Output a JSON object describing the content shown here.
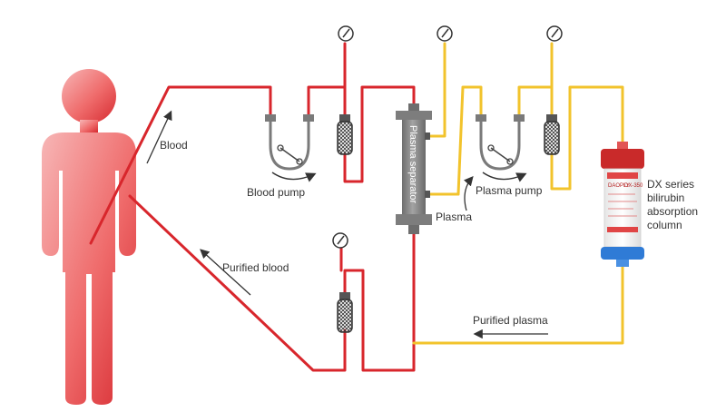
{
  "labels": {
    "blood": "Blood",
    "blood_pump": "Blood pump",
    "plasma_separator": "Plasma separator",
    "plasma_pump": "Plasma pump",
    "plasma": "Plasma",
    "column_line1": "DX series",
    "column_line2": "bilirubin",
    "column_line3": "absorption",
    "column_line4": "column",
    "purified_blood": "Purified blood",
    "purified_plasma": "Purified plasma"
  },
  "column_markings": {
    "brand": "DAOPLY",
    "model": "DX-350"
  },
  "colors": {
    "blood_line": "#d8262c",
    "plasma_line": "#f2c32c",
    "body_light": "#f2a6a6",
    "body_dark": "#d9373c",
    "separator_body": "#8c8c8c",
    "pump_grey": "#7a7a7a",
    "arrow": "#333333",
    "column_cap": "#c92a2a",
    "column_base": "#2f7bd6"
  },
  "icons": [
    "pressure-gauge-icon",
    "drip-chamber-icon",
    "roller-pump-icon",
    "person-silhouette-icon"
  ]
}
